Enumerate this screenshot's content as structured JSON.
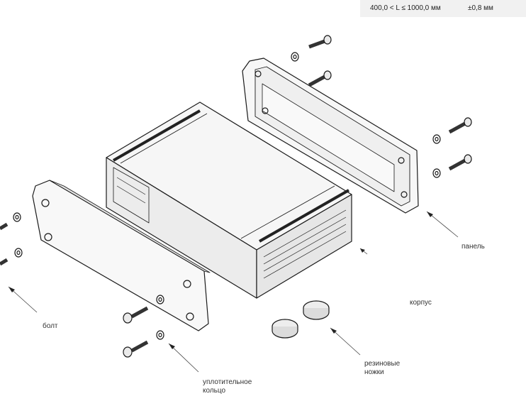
{
  "spec": {
    "range": "400,0 < L ≤ 1000,0 мм",
    "tolerance": "±0,8 мм"
  },
  "labels": {
    "panel": "панель",
    "body": "корпус",
    "bolt": "болт",
    "seal_ring_line1": "уплотительное",
    "seal_ring_line2": "кольцо",
    "feet_line1": "резиновые",
    "feet_line2": "ножки"
  }
}
